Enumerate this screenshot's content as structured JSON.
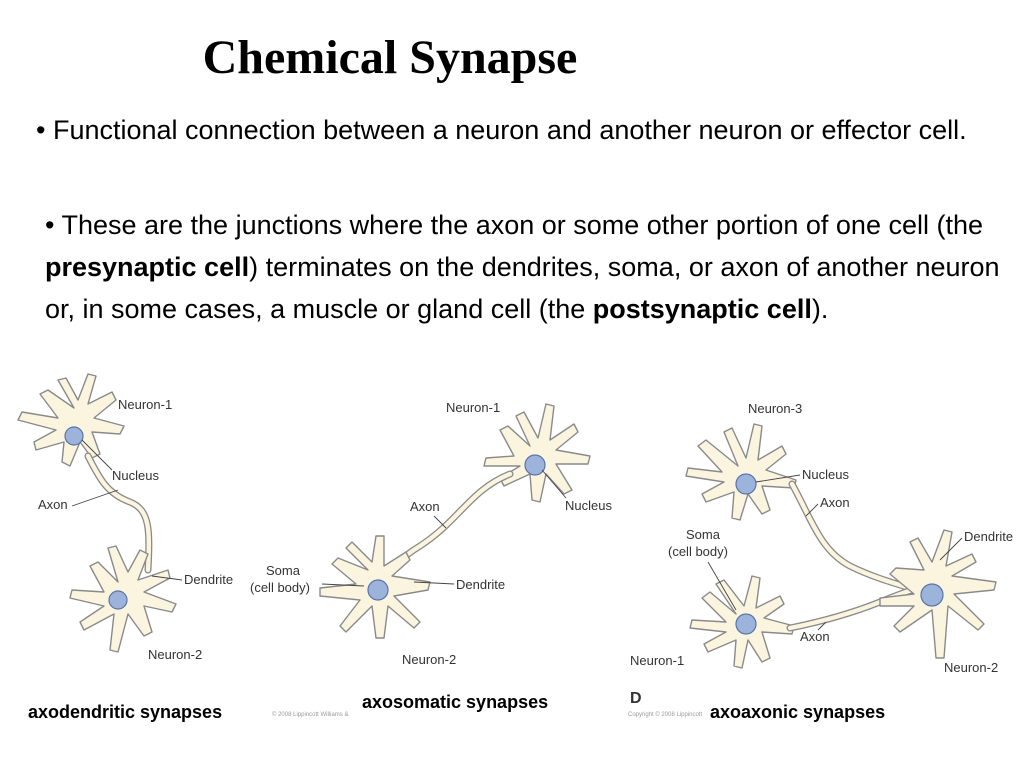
{
  "title": "Chemical Synapse",
  "bullet1": {
    "symbol": "•",
    "text": "Functional connection between  a neuron and another  neuron or effector cell."
  },
  "bullet2": {
    "symbol": "•",
    "text_1": "These are the junctions where the axon or some other portion of one cell (the ",
    "bold_1": "presynaptic cell",
    "text_2": ") terminates on the dendrites, soma, or axon of another neuron  or, in some cases, a muscle or gland cell (the ",
    "bold_2": "postsynaptic cell",
    "text_3": ")."
  },
  "diagram_left": {
    "neuron1": "Neuron-1",
    "nucleus": "Nucleus",
    "axon": "Axon",
    "dendrite": "Dendrite",
    "neuron2": "Neuron-2",
    "caption": "axodendritic synapses",
    "credit": "© 2008 Lippincott Williams &"
  },
  "diagram_middle": {
    "neuron1": "Neuron-1",
    "axon": "Axon",
    "nucleus": "Nucleus",
    "soma_1": "Soma",
    "soma_2": "(cell body)",
    "dendrite": "Dendrite",
    "neuron2": "Neuron-2",
    "caption": "axosomatic synapses"
  },
  "diagram_right": {
    "neuron3": "Neuron-3",
    "nucleus": "Nucleus",
    "axon_top": "Axon",
    "soma_1": "Soma",
    "soma_2": "(cell body)",
    "dendrite": "Dendrite",
    "axon_bottom": "Axon",
    "neuron1": "Neuron-1",
    "neuron2": "Neuron-2",
    "panel_letter": "D",
    "credit": "Copyright © 2008 Lippincott",
    "caption": "axoaxonic synapses"
  },
  "colors": {
    "cell_fill": "#fbf4df",
    "cell_stroke": "#8a8a8a",
    "nucleus_fill": "#9cb3dc",
    "nucleus_stroke": "#5a74a8"
  }
}
